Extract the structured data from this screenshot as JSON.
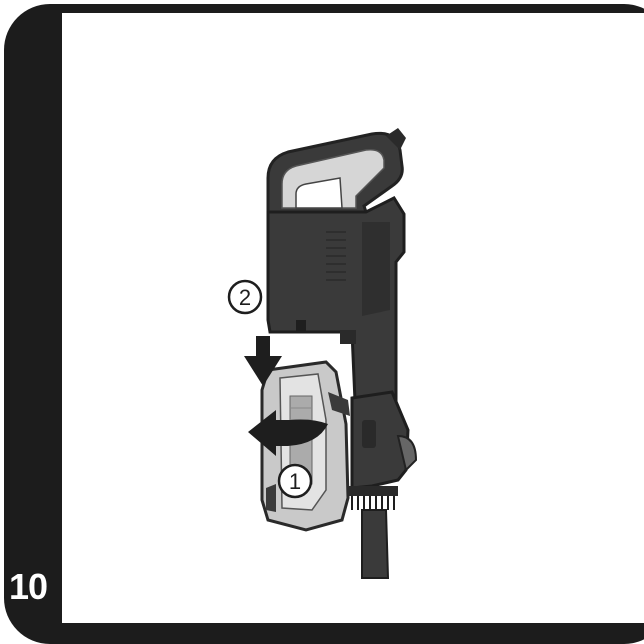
{
  "step": {
    "number": "10"
  },
  "callouts": [
    {
      "label": "②",
      "meaning": "step-2-lower-dust-cup"
    },
    {
      "label": "①",
      "meaning": "step-1-rotate-dust-cup"
    }
  ],
  "icons": [
    "down-arrow-icon",
    "rotate-arrow-icon"
  ],
  "colors": {
    "frame": "#1c1c1c",
    "body": "#3a3a3a",
    "cup": "#c9c9c9"
  }
}
